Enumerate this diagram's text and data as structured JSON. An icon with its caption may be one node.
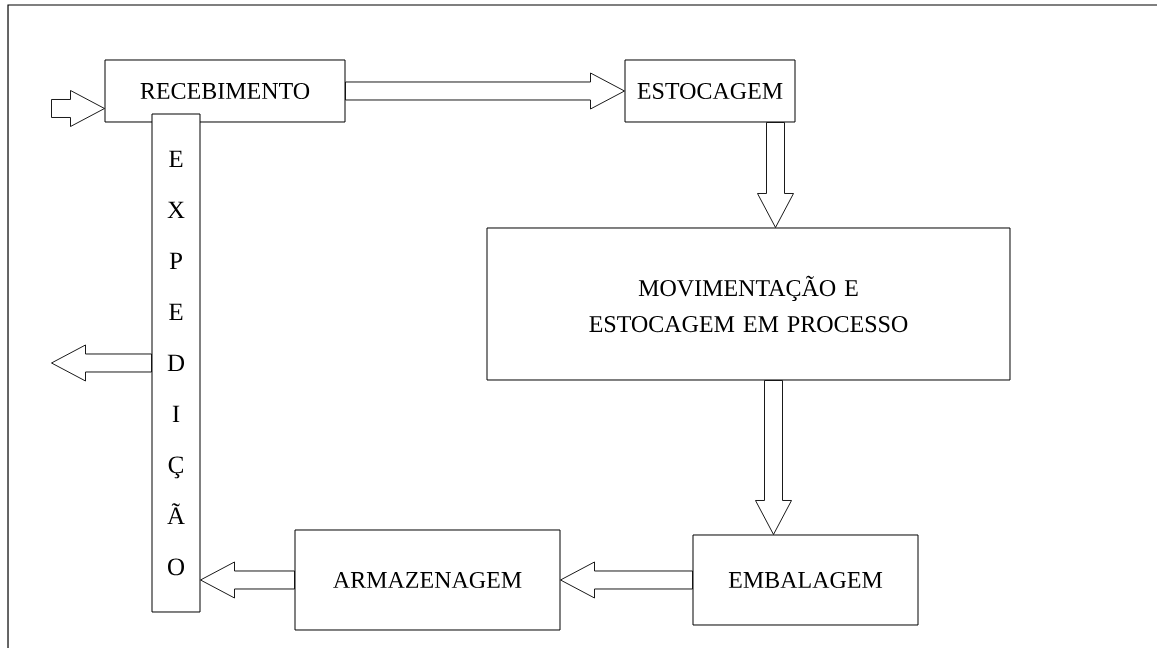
{
  "diagram": {
    "nodes": [
      {
        "text": [
          "RECEBIMENTO"
        ]
      },
      {
        "text": [
          "ESTOCAGEM"
        ]
      },
      {
        "text": [
          "MOVIMENTAÇÃO E ESTOCAGEM EM PROCESSO"
        ]
      },
      {
        "text": [
          "EMBALAGEM"
        ]
      },
      {
        "text": [
          "ARMAZENAGEM"
        ]
      },
      {
        "text": [
          "EXPEDIÇÃO"
        ]
      }
    ],
    "edges": [
      {
        "from": null,
        "to": 0,
        "arrow": "to"
      },
      {
        "from": 0,
        "to": 1,
        "arrow": "to"
      },
      {
        "from": 1,
        "to": 2,
        "arrow": "to"
      },
      {
        "from": 2,
        "to": 3,
        "arrow": "to"
      },
      {
        "from": 3,
        "to": 4,
        "arrow": "to"
      },
      {
        "from": 4,
        "to": 5,
        "arrow": "to"
      },
      {
        "from": 5,
        "to": null,
        "arrow": "to"
      }
    ]
  }
}
